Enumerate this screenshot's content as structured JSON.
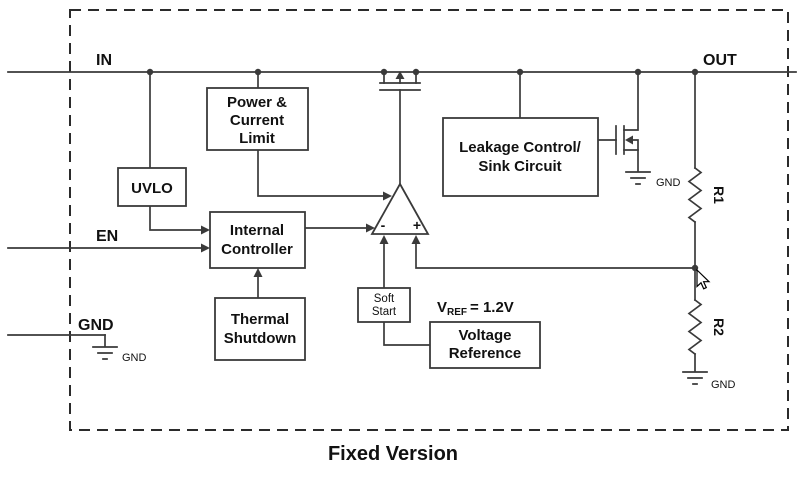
{
  "caption": "Fixed Version",
  "pins": {
    "in": "IN",
    "out": "OUT",
    "en": "EN",
    "gnd": "GND"
  },
  "blocks": {
    "power_limit": {
      "lines": [
        "Power &",
        "Current",
        "Limit"
      ]
    },
    "uvlo": {
      "label": "UVLO"
    },
    "controller": {
      "lines": [
        "Internal",
        "Controller"
      ]
    },
    "thermal": {
      "lines": [
        "Thermal",
        "Shutdown"
      ]
    },
    "leakage": {
      "lines": [
        "Leakage Control/",
        "Sink Circuit"
      ]
    },
    "soft_start": {
      "lines": [
        "Soft",
        "Start"
      ]
    },
    "voltage_reference": {
      "lines": [
        "Voltage",
        "Reference"
      ]
    }
  },
  "labels": {
    "vref_v": "V",
    "vref_sub": "REF",
    "vref_eq": "= 1.2V",
    "r1": "R1",
    "r2": "R2",
    "gnd_pin": "GND",
    "gnd_fet": "GND",
    "gnd_divider": "GND",
    "amp_minus": "-",
    "amp_plus": "+"
  },
  "colors": {
    "line": "#3a3a3a",
    "text": "#111111",
    "background": "#ffffff"
  }
}
